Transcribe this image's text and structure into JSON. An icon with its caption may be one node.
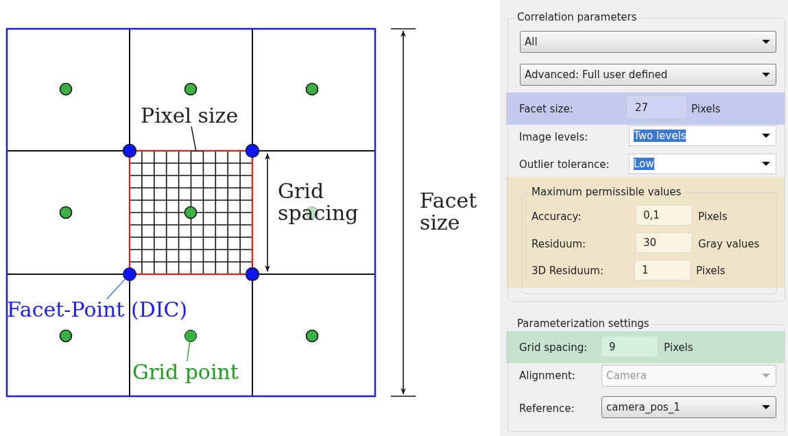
{
  "diagram": {
    "nodes": [
      {
        "text": [
          "Pixel size"
        ]
      },
      {
        "text": [],
        "shape": "box"
      },
      {
        "text": [
          "Facet-Point (DIC)"
        ]
      },
      {
        "text": [],
        "shape": "circle"
      },
      {
        "text": [
          "Grid point"
        ]
      },
      {
        "text": [],
        "shape": "circle"
      },
      {
        "text": [
          "Correlation parameters"
        ]
      },
      {
        "text": [
          "Maximum permissible values"
        ],
        "in": 6
      },
      {
        "text": [
          "Parameterization settings"
        ]
      }
    ],
    "edges": [
      {
        "from": 0,
        "to": 1,
        "arrow": "none"
      },
      {
        "from": 2,
        "to": 3,
        "arrow": "none",
        "color": "#2f6fe0"
      },
      {
        "from": 4,
        "to": 5,
        "arrow": "none",
        "color": "#2aa02a"
      }
    ],
    "labels": [
      "Grid spacing",
      "Facet size",
      "All",
      "Advanced: Full user defined",
      "Facet size:",
      "27",
      "Pixels",
      "Image levels:",
      "Two levels",
      "Outlier tolerance:",
      "Low",
      "Accuracy:",
      "0,1",
      "Pixels",
      "Residuum:",
      "30",
      "Gray values",
      "3D Residuum:",
      "1",
      "Pixels",
      "Grid spacing:",
      "9",
      "Pixels",
      "Alignment:",
      "Camera",
      "Reference:",
      "camera_pos_1"
    ]
  }
}
